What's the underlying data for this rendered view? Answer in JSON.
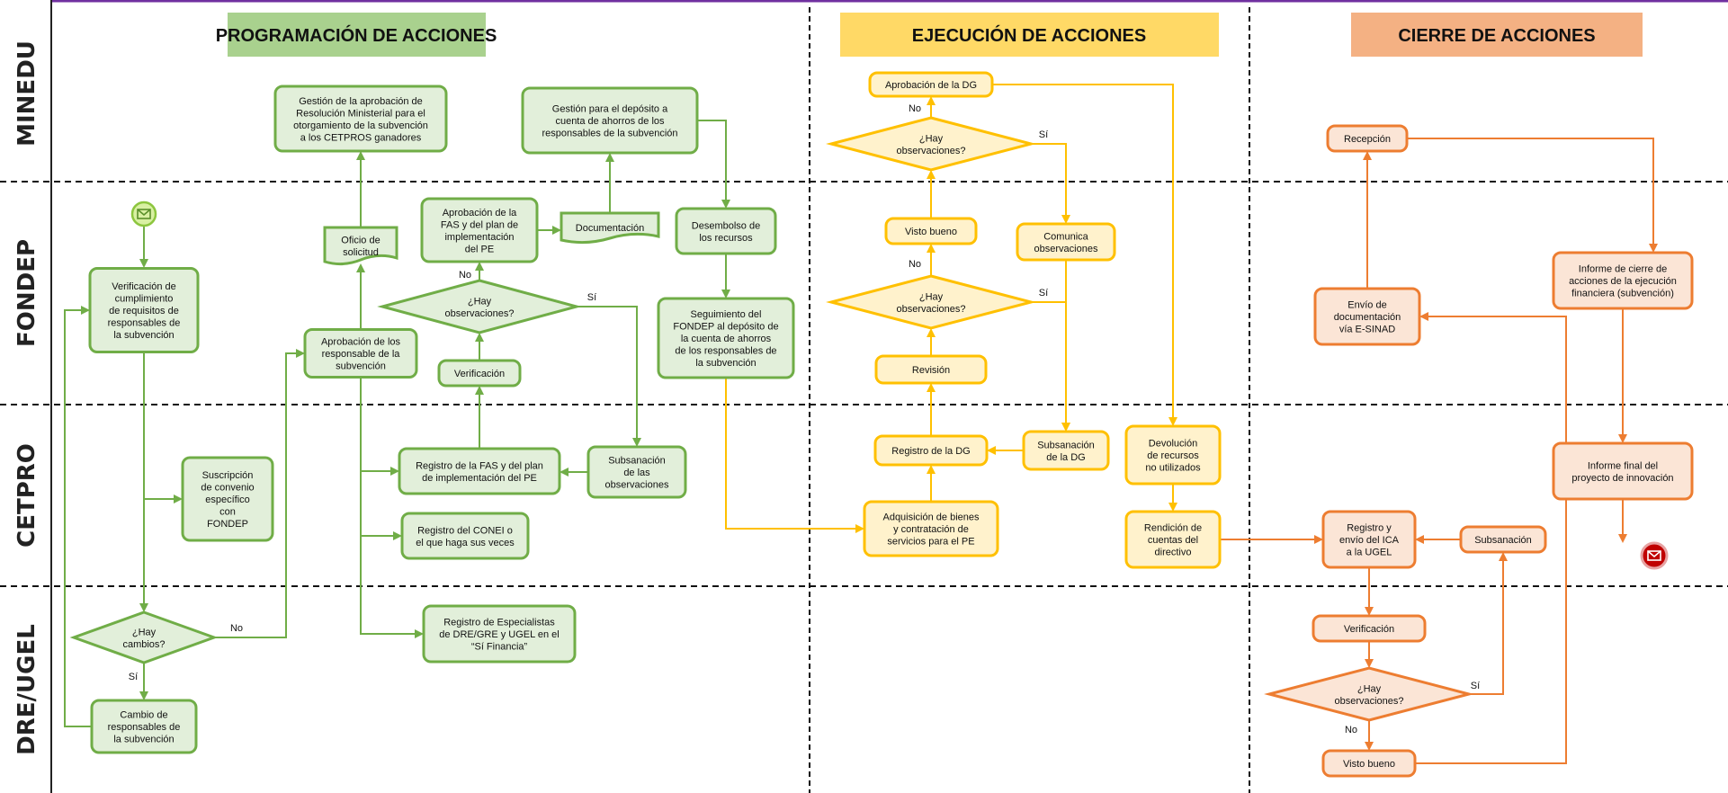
{
  "colors": {
    "green_stroke": "#70AD47",
    "green_fill": "#E2EFDA",
    "green_header": "#A9D18E",
    "yellow_stroke": "#FFC000",
    "yellow_fill": "#FFF2CC",
    "yellow_header": "#FFD966",
    "orange_stroke": "#ED7D31",
    "orange_fill": "#FBE5D6",
    "orange_header": "#F4B183",
    "end_fill": "#C00000",
    "purple_border": "#7030A0"
  },
  "lanes": [
    "MINEDU",
    "FONDEP",
    "CETPRO",
    "DRE/UGEL"
  ],
  "phases": [
    {
      "title": "PROGRAMACIÓN DE ACCIONES",
      "color": "green"
    },
    {
      "title": "EJECUCIÓN DE ACCIONES",
      "color": "yellow"
    },
    {
      "title": "CIERRE DE ACCIONES",
      "color": "orange"
    }
  ],
  "nodes": [
    {
      "id": "start",
      "kind": "start-event",
      "icon": "envelope-icon",
      "text": ""
    },
    {
      "id": "verif_cumpl",
      "kind": "process",
      "text": "Verificación de\ncumplimiento\nde requisitos de\nresponsables de\nla subvención"
    },
    {
      "id": "suscripcion",
      "kind": "process",
      "text": "Suscripción\nde convenio\nespecífico\ncon\nFONDEP"
    },
    {
      "id": "hay_cambios",
      "kind": "decision",
      "text": "¿Hay\ncambios?"
    },
    {
      "id": "cambio_resp",
      "kind": "process",
      "text": "Cambio de\nresponsables de\nla subvención"
    },
    {
      "id": "aprob_resp",
      "kind": "process",
      "text": "Aprobación de los\nresponsable de la\nsubvención"
    },
    {
      "id": "oficio",
      "kind": "document",
      "text": "Oficio de\nsolicitud"
    },
    {
      "id": "gestion_rm",
      "kind": "process",
      "text": "Gestión de la aprobación de\nResolución Ministerial para el\notorgamiento de la subvención\na los CETPROS ganadores"
    },
    {
      "id": "registro_conei",
      "kind": "process",
      "text": "Registro del CONEI o\nel que haga sus veces"
    },
    {
      "id": "registro_esp",
      "kind": "process",
      "text": "Registro de Especialistas\nde DRE/GRE y UGEL en el\n“Sí Financia”"
    },
    {
      "id": "registro_fas",
      "kind": "process",
      "text": "Registro de la FAS y del plan\nde implementación del PE"
    },
    {
      "id": "verificacion_f",
      "kind": "process",
      "text": "Verificación"
    },
    {
      "id": "hay_obs_f",
      "kind": "decision",
      "text": "¿Hay\nobservaciones?"
    },
    {
      "id": "aprob_fas",
      "kind": "process",
      "text": "Aprobación de la\nFAS y del plan de\nimplementación\ndel PE"
    },
    {
      "id": "documentacion",
      "kind": "document",
      "text": "Documentación"
    },
    {
      "id": "gestion_deposito",
      "kind": "process",
      "text": "Gestión para el depósito a\ncuenta de ahorros de los\nresponsables de la subvención"
    },
    {
      "id": "subsanacion_obs",
      "kind": "process",
      "text": "Subsanación\nde las\nobservaciones"
    },
    {
      "id": "desembolso",
      "kind": "process",
      "text": "Desembolso de\nlos recursos"
    },
    {
      "id": "seguimiento",
      "kind": "process",
      "text": "Seguimiento del\nFONDEP al depósito de\nla cuenta de ahorros\nde los responsables de\nla subvención"
    },
    {
      "id": "adquisicion",
      "kind": "process",
      "text": "Adquisición de bienes\ny contratación de\nservicios para el PE"
    },
    {
      "id": "registro_dg",
      "kind": "process",
      "text": "Registro de la DG"
    },
    {
      "id": "revision",
      "kind": "process",
      "text": "Revisión"
    },
    {
      "id": "hay_obs_e1",
      "kind": "decision",
      "text": "¿Hay\nobservaciones?"
    },
    {
      "id": "visto_bueno_e",
      "kind": "process",
      "text": "Visto bueno"
    },
    {
      "id": "hay_obs_e2",
      "kind": "decision",
      "text": "¿Hay\nobservaciones?"
    },
    {
      "id": "aprob_dg",
      "kind": "process",
      "text": "Aprobación de la DG"
    },
    {
      "id": "comunica",
      "kind": "process",
      "text": "Comunica\nobservaciones"
    },
    {
      "id": "subsanacion_dg",
      "kind": "process",
      "text": "Subsanación\nde la DG"
    },
    {
      "id": "devolucion",
      "kind": "process",
      "text": "Devolución\nde recursos\nno utilizados"
    },
    {
      "id": "rendicion",
      "kind": "process",
      "text": "Rendición de\ncuentas del\ndirectivo"
    },
    {
      "id": "registro_ica",
      "kind": "process",
      "text": "Registro y\nenvío del ICA\na la UGEL"
    },
    {
      "id": "subsanacion_c",
      "kind": "process",
      "text": "Subsanación"
    },
    {
      "id": "verificacion_c",
      "kind": "process",
      "text": "Verificación"
    },
    {
      "id": "hay_obs_c",
      "kind": "decision",
      "text": "¿Hay\nobservaciones?"
    },
    {
      "id": "visto_bueno_c",
      "kind": "process",
      "text": "Visto bueno"
    },
    {
      "id": "envio_doc",
      "kind": "process",
      "text": "Envío de\ndocumentación\nvía E-SINAD"
    },
    {
      "id": "recepcion",
      "kind": "process",
      "text": "Recepción"
    },
    {
      "id": "informe_cierre",
      "kind": "process",
      "text": "Informe de cierre de\nacciones de la ejecución\nfinanciera (subvención)"
    },
    {
      "id": "informe_final",
      "kind": "process",
      "text": "Informe final del\nproyecto de innovación"
    },
    {
      "id": "end",
      "kind": "end-event",
      "icon": "envelope-icon",
      "text": ""
    }
  ],
  "edges": [
    {
      "from": "start",
      "to": "verif_cumpl",
      "label": ""
    },
    {
      "from": "verif_cumpl",
      "to": "suscripcion",
      "label": ""
    },
    {
      "from": "verif_cumpl",
      "to": "hay_cambios",
      "label": ""
    },
    {
      "from": "hay_cambios",
      "to": "cambio_resp",
      "label": "Sí"
    },
    {
      "from": "cambio_resp",
      "to": "verif_cumpl",
      "label": ""
    },
    {
      "from": "hay_cambios",
      "to": "aprob_resp",
      "label": "No"
    },
    {
      "from": "aprob_resp",
      "to": "oficio",
      "label": ""
    },
    {
      "from": "oficio",
      "to": "gestion_rm",
      "label": ""
    },
    {
      "from": "aprob_resp",
      "to": "registro_fas",
      "label": ""
    },
    {
      "from": "aprob_resp",
      "to": "registro_conei",
      "label": ""
    },
    {
      "from": "aprob_resp",
      "to": "registro_esp",
      "label": ""
    },
    {
      "from": "registro_fas",
      "to": "verificacion_f",
      "label": ""
    },
    {
      "from": "verificacion_f",
      "to": "hay_obs_f",
      "label": ""
    },
    {
      "from": "hay_obs_f",
      "to": "aprob_fas",
      "label": "No"
    },
    {
      "from": "hay_obs_f",
      "to": "subsanacion_obs",
      "label": "Sí"
    },
    {
      "from": "subsanacion_obs",
      "to": "registro_fas",
      "label": ""
    },
    {
      "from": "aprob_fas",
      "to": "documentacion",
      "label": ""
    },
    {
      "from": "documentacion",
      "to": "gestion_deposito",
      "label": ""
    },
    {
      "from": "gestion_deposito",
      "to": "desembolso",
      "label": ""
    },
    {
      "from": "desembolso",
      "to": "seguimiento",
      "label": ""
    },
    {
      "from": "seguimiento",
      "to": "adquisicion",
      "label": ""
    },
    {
      "from": "adquisicion",
      "to": "registro_dg",
      "label": ""
    },
    {
      "from": "registro_dg",
      "to": "revision",
      "label": ""
    },
    {
      "from": "revision",
      "to": "hay_obs_e1",
      "label": ""
    },
    {
      "from": "hay_obs_e1",
      "to": "visto_bueno_e",
      "label": "No"
    },
    {
      "from": "hay_obs_e1",
      "to": "subsanacion_dg",
      "label": "Sí"
    },
    {
      "from": "subsanacion_dg",
      "to": "registro_dg",
      "label": ""
    },
    {
      "from": "visto_bueno_e",
      "to": "hay_obs_e2",
      "label": ""
    },
    {
      "from": "hay_obs_e2",
      "to": "aprob_dg",
      "label": "No"
    },
    {
      "from": "hay_obs_e2",
      "to": "comunica",
      "label": "Sí"
    },
    {
      "from": "comunica",
      "to": "subsanacion_dg",
      "label": ""
    },
    {
      "from": "aprob_dg",
      "to": "devolucion",
      "label": ""
    },
    {
      "from": "devolucion",
      "to": "rendicion",
      "label": ""
    },
    {
      "from": "rendicion",
      "to": "registro_ica",
      "label": ""
    },
    {
      "from": "registro_ica",
      "to": "verificacion_c",
      "label": ""
    },
    {
      "from": "verificacion_c",
      "to": "hay_obs_c",
      "label": ""
    },
    {
      "from": "hay_obs_c",
      "to": "subsanacion_c",
      "label": "Sí"
    },
    {
      "from": "subsanacion_c",
      "to": "registro_ica",
      "label": ""
    },
    {
      "from": "hay_obs_c",
      "to": "visto_bueno_c",
      "label": "No"
    },
    {
      "from": "visto_bueno_c",
      "to": "envio_doc",
      "label": ""
    },
    {
      "from": "envio_doc",
      "to": "recepcion",
      "label": ""
    },
    {
      "from": "recepcion",
      "to": "informe_cierre",
      "label": ""
    },
    {
      "from": "informe_cierre",
      "to": "informe_final",
      "label": ""
    },
    {
      "from": "informe_final",
      "to": "end",
      "label": ""
    }
  ]
}
